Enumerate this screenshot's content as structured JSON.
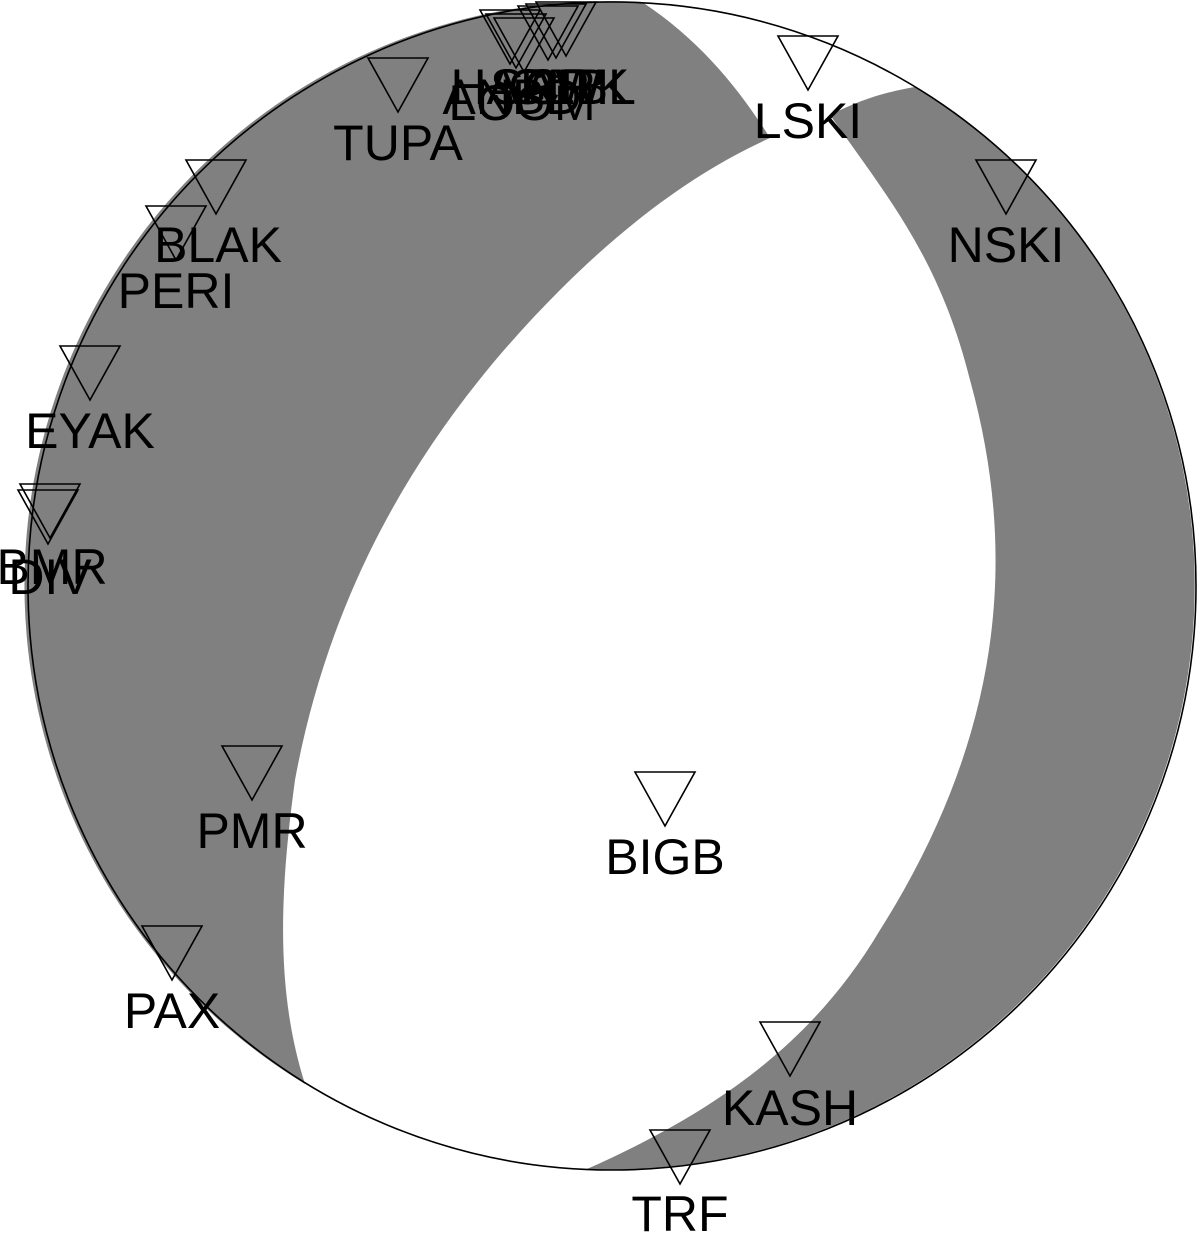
{
  "colors": {
    "background": "#ffffff",
    "compressional_fill": "#808080",
    "outline": "#000000",
    "marker_stroke": "#000000",
    "label_color": "#000000"
  },
  "icons": {
    "station_marker": "inverted-triangle-icon"
  },
  "stations": [
    {
      "code": "ANBD"
    },
    {
      "code": "HARP"
    },
    {
      "code": "SAW"
    },
    {
      "code": "SCRK"
    },
    {
      "code": "GLBL"
    },
    {
      "code": "LOOM"
    },
    {
      "code": "TUPA"
    },
    {
      "code": "LSKI"
    },
    {
      "code": "NSKI"
    },
    {
      "code": "BLAK"
    },
    {
      "code": "PERI"
    },
    {
      "code": "EYAK"
    },
    {
      "code": "BMR"
    },
    {
      "code": "DIV"
    },
    {
      "code": "PMR"
    },
    {
      "code": "PAX"
    },
    {
      "code": "BIGB"
    },
    {
      "code": "KASH"
    },
    {
      "code": "TRF"
    }
  ]
}
